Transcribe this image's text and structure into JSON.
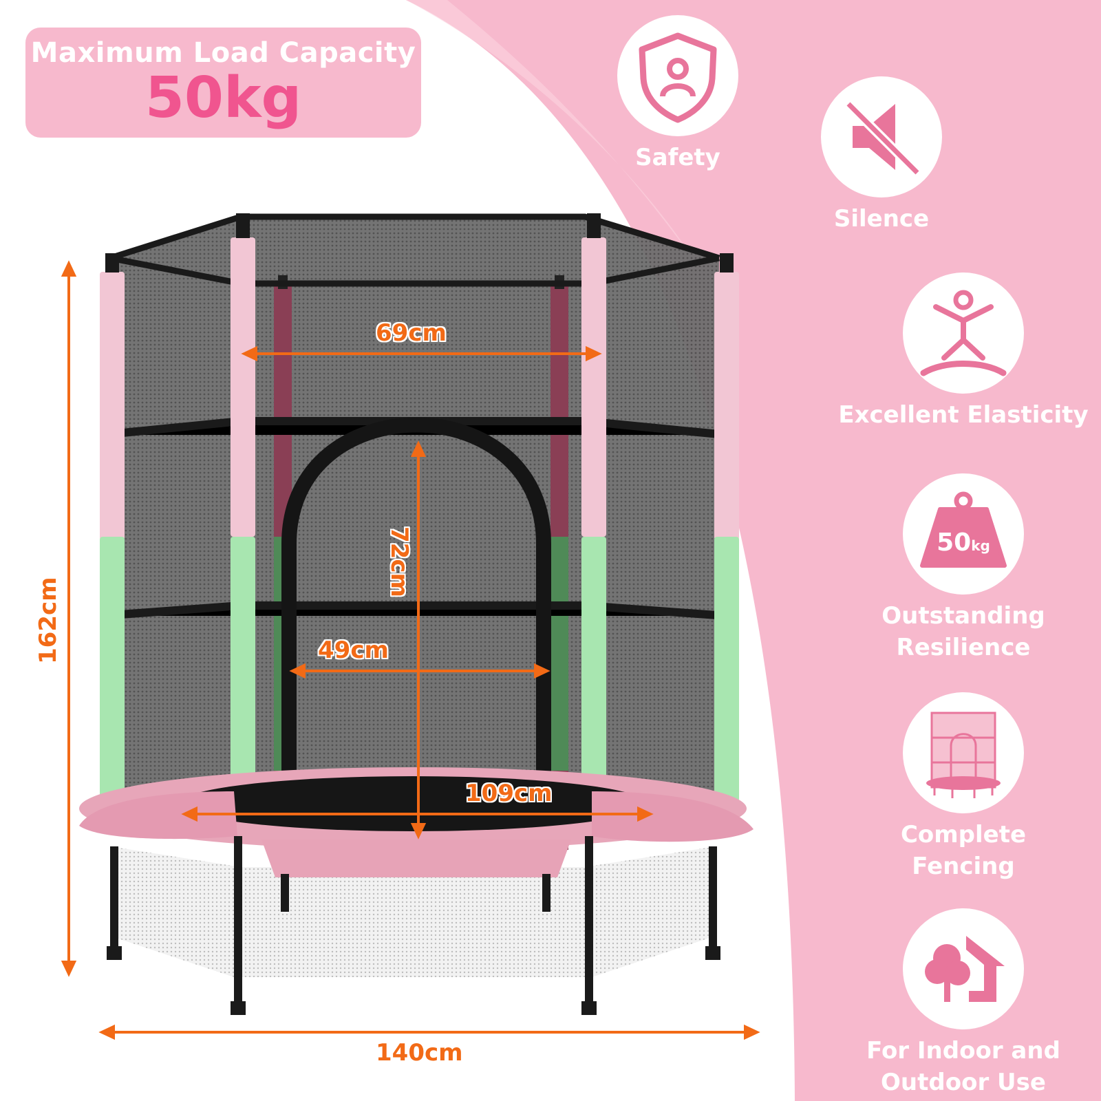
{
  "load_capacity": {
    "title": "Maximum Load Capacity",
    "value": "50kg"
  },
  "features": [
    {
      "label": "Safety",
      "icon": "shield-user-icon"
    },
    {
      "label": "Silence",
      "icon": "mute-speaker-icon"
    },
    {
      "label": "Excellent Elasticity",
      "icon": "jumping-person-icon"
    },
    {
      "label": "Outstanding\nResilience",
      "icon": "weight-icon",
      "icon_text": "50",
      "icon_unit": "kg"
    },
    {
      "label": "Complete\nFencing",
      "icon": "trampoline-fence-icon"
    },
    {
      "label": "For Indoor and\nOutdoor Use",
      "icon": "tree-house-icon"
    }
  ],
  "dimensions": {
    "top_width": "69cm",
    "door_height": "72cm",
    "door_width": "49cm",
    "mat_diameter": "109cm",
    "total_height": "162cm",
    "total_width": "140cm"
  },
  "colors": {
    "pink_background": "#f7b9cd",
    "pink_accent": "#f0558f",
    "icon_pink": "#e8759b",
    "dimension_orange": "#f26a16",
    "foam_pink": "#f2c6d4",
    "foam_green": "#a8e6b0",
    "frame_black": "#1a1a1a"
  }
}
